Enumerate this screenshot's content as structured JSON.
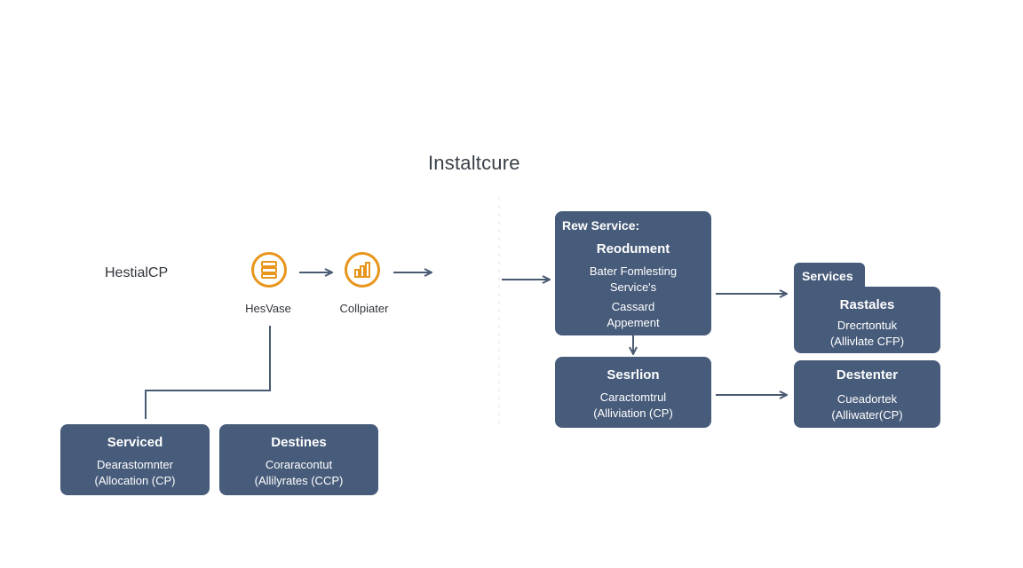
{
  "title": "Instaltcure",
  "left": {
    "source_label": "HestialCP",
    "icons": [
      {
        "icon": "server-icon",
        "label": "HesVase",
        "color": "#e8951c"
      },
      {
        "icon": "chart-icon",
        "label": "Collpiater",
        "color": "#e8951c"
      }
    ],
    "boxes": [
      {
        "head": "Serviced",
        "lines": [
          "Dearastomnter",
          "(Allocation (CP)"
        ]
      },
      {
        "head": "Destines",
        "lines": [
          "Coraracontut",
          "(Allilyrates (CCP)"
        ]
      }
    ]
  },
  "right": {
    "main_box": {
      "tag": "Rew Service:",
      "head": "Reodument",
      "lines": [
        "Bater Fomlesting",
        "Service's",
        "Cassard",
        "Appement"
      ]
    },
    "session_box": {
      "head": "Sesrlion",
      "lines": [
        "Caractomtrul",
        "(Alliviation (CP)"
      ]
    },
    "services_box": {
      "tab": "Services",
      "head": "Rastales",
      "lines": [
        "Drecrtontuk",
        "(Allivlate CFP)"
      ]
    },
    "destenter_box": {
      "head": "Destenter",
      "lines": [
        "Cueadortek",
        "(Alliwater(CP)"
      ]
    }
  },
  "colors": {
    "box_fill": "#475b7a",
    "connector": "#4a5a72",
    "icon_ring": "#e8951c",
    "divider": "#d9dde3"
  }
}
